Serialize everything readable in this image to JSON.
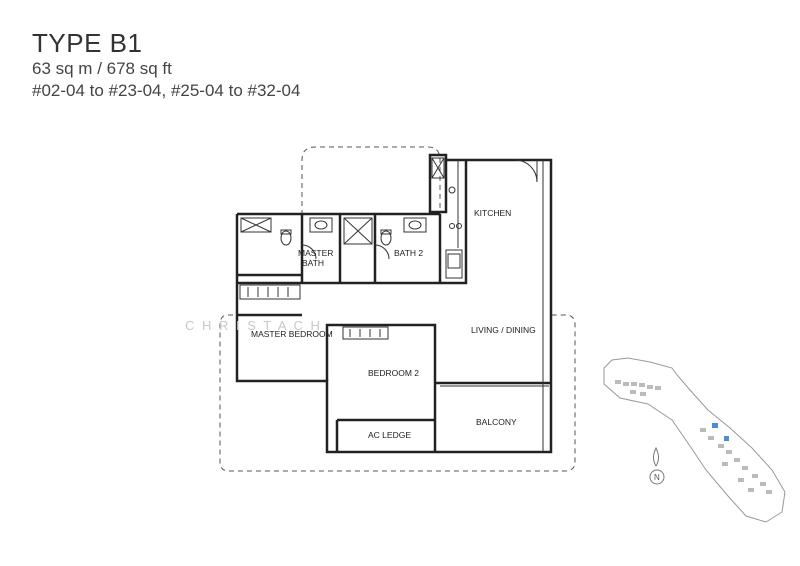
{
  "header": {
    "title": "TYPE B1",
    "area": "63 sq m / 678 sq ft",
    "units": "#02-04 to #23-04, #25-04 to #32-04"
  },
  "rooms": {
    "kitchen": "KITCHEN",
    "master_bath_line1": "MASTER",
    "master_bath_line2": "BATH",
    "bath2": "BATH 2",
    "master_bedroom": "MASTER BEDROOM",
    "bedroom2": "BEDROOM 2",
    "living_dining": "LIVING / DINING",
    "ac_ledge": "AC LEDGE",
    "balcony": "BALCONY"
  },
  "watermark": "C H R I S    T    A C H",
  "compass": "N",
  "colors": {
    "wall": "#222222",
    "dash": "#555555",
    "highlight": "#4a8fd4"
  }
}
